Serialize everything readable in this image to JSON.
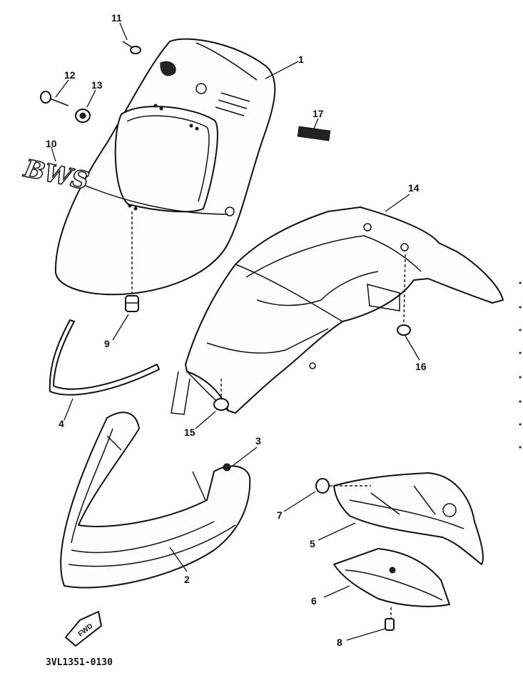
{
  "callouts": {
    "c1": "1",
    "c2": "2",
    "c3": "3",
    "c4": "4",
    "c5": "5",
    "c6": "6",
    "c7": "7",
    "c8": "8",
    "c9": "9",
    "c10": "10",
    "c11": "11",
    "c12": "12",
    "c13": "13",
    "c14": "14",
    "c15": "15",
    "c16": "16",
    "c17": "17"
  },
  "decal_text": "BWS",
  "fwd_label": "FWD",
  "diagram_number": "3VL1351-0130",
  "colors": {
    "ink": "#111111",
    "paper": "#ffffff"
  }
}
